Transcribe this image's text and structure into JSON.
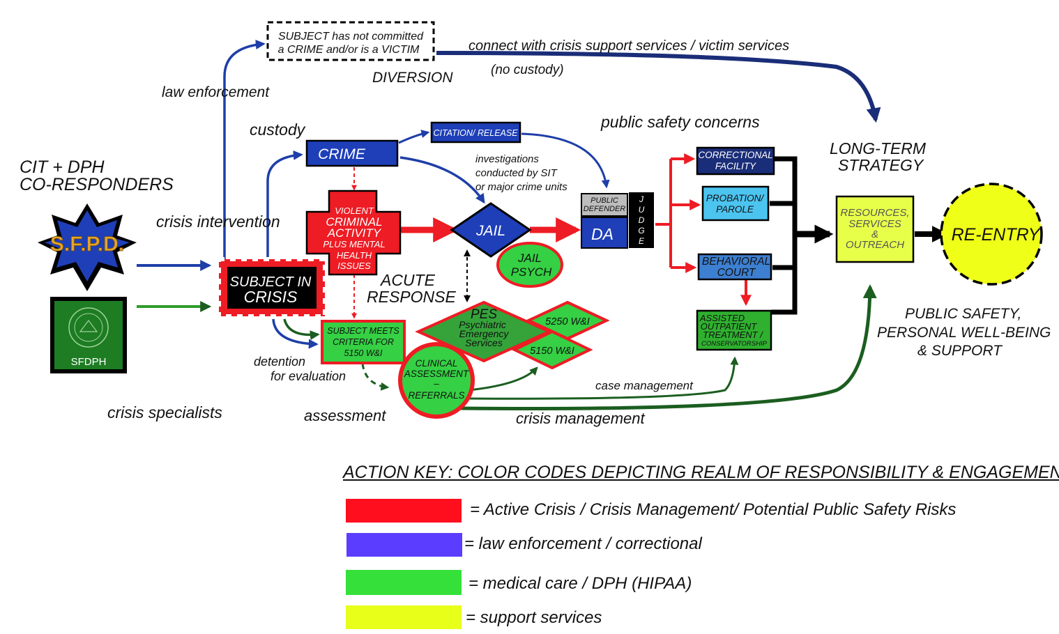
{
  "labels": {
    "co_responders_1": "CIT + DPH",
    "co_responders_2": "CO-RESPONDERS",
    "sfpd_badge": "S.F.P.D.",
    "sfdph_badge": "SFDPH",
    "crisis_specialists": "crisis specialists",
    "law_enforcement": "law enforcement",
    "crisis_intervention": "crisis intervention",
    "custody": "custody",
    "diversion": "DIVERSION",
    "no_custody": "(no custody)",
    "connect_services": "connect with crisis support services / victim services",
    "public_safety_concerns": "public safety concerns",
    "long_term_1": "LONG-TERM",
    "long_term_2": "STRATEGY",
    "investigations_1": "investigations",
    "investigations_2": "conducted by SIT",
    "investigations_3": "or major crime units",
    "acute_1": "ACUTE",
    "acute_2": "RESPONSE",
    "detention_1": "detention",
    "detention_2": "for evaluation",
    "assessment": "assessment",
    "case_management": "case management",
    "crisis_management": "crisis management",
    "outcome_1": "PUBLIC SAFETY,",
    "outcome_2": "PERSONAL WELL-BEING",
    "outcome_3": "& SUPPORT"
  },
  "nodes": {
    "not_committed_1": "SUBJECT has not committed",
    "not_committed_2": "a CRIME and/or is a VICTIM",
    "subject_in_crisis_1": "SUBJECT IN",
    "subject_in_crisis_2": "CRISIS",
    "crime": "CRIME",
    "citation_release": "CITATION/ RELEASE",
    "violent_1": "VIOLENT",
    "violent_2": "CRIMINAL",
    "violent_3": "ACTIVITY",
    "violent_4": "PLUS MENTAL",
    "violent_5": "HEALTH",
    "violent_6": "ISSUES",
    "jail": "JAIL",
    "jail_psych_1": "JAIL",
    "jail_psych_2": "PSYCH",
    "public_defender_1": "PUBLIC",
    "public_defender_2": "DEFENDER",
    "da": "DA",
    "judge": "JUDGE",
    "meets_criteria_1": "SUBJECT MEETS",
    "meets_criteria_2": "CRITERIA FOR",
    "meets_criteria_3": "5150 W&I",
    "pes_1": "PES",
    "pes_2": "Psychiatric",
    "pes_3": "Emergency",
    "pes_4": "Services",
    "w5250": "5250 W&I",
    "w5150": "5150 W&I",
    "clinical_1": "CLINICAL",
    "clinical_2": "ASSESSMENT",
    "clinical_3": "–",
    "clinical_4": "REFERRALS",
    "correctional_1": "CORRECTIONAL",
    "correctional_2": "FACILITY",
    "probation_1": "PROBATION/",
    "probation_2": "PAROLE",
    "behavioral_1": "BEHAVIORAL",
    "behavioral_2": "COURT",
    "aot_1": "ASSISTED",
    "aot_2": "OUTPATIENT",
    "aot_3": "TREATMENT /",
    "aot_4": "CONSERVATORSHIP",
    "resources_1": "RESOURCES,",
    "resources_2": "SERVICES",
    "resources_3": "&",
    "resources_4": "OUTREACH",
    "reentry": "RE-ENTRY"
  },
  "key": {
    "title": "ACTION KEY:  COLOR CODES DEPICTING REALM OF RESPONSIBILITY & ENGAGEMENT",
    "items": [
      {
        "color": "#ff0e1e",
        "label": "= Active Crisis / Crisis Management/ Potential Public Safety Risks"
      },
      {
        "color": "#5b3dff",
        "label": "= law enforcement / correctional"
      },
      {
        "color": "#35e03a",
        "label": "= medical care / DPH  (HIPAA)"
      },
      {
        "color": "#e8ff1a",
        "label": "= support services"
      }
    ]
  },
  "colors": {
    "red": "#ee1c24",
    "blue": "#1e3fa8",
    "dark_blue": "#1a2d78",
    "green": "#2f9b2a",
    "dark_green": "#1b5e20",
    "yellow": "#e8ff1a"
  }
}
